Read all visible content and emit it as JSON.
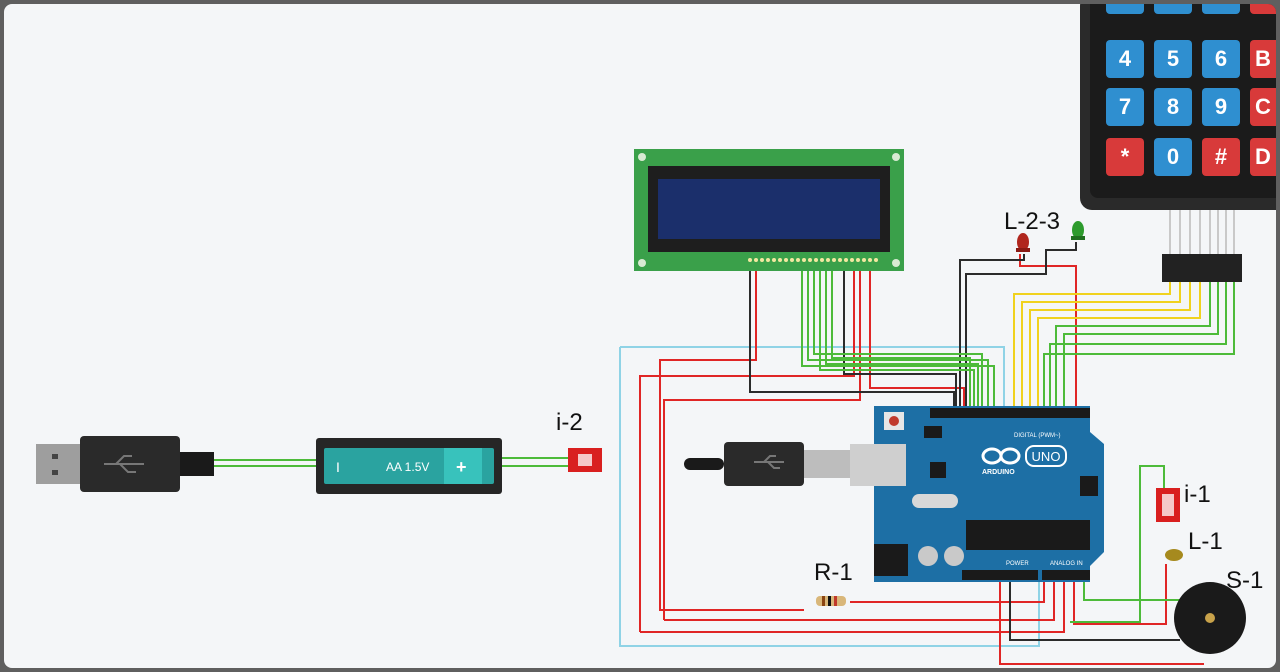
{
  "labels": {
    "led_group": "L-2-3",
    "switch_top": "i-1",
    "led_single": "L-1",
    "resistor": "R-1",
    "buzzer": "S-1",
    "switch_left": "i-2"
  },
  "battery": {
    "label": "AA 1.5V",
    "minus": "I",
    "plus": "+"
  },
  "arduino": {
    "brand": "ARDUINO",
    "model": "UNO",
    "digital_label": "DIGITAL (PWM~)",
    "power_label": "POWER",
    "analog_label": "ANALOG IN"
  },
  "keypad": {
    "rows": [
      [
        "4",
        "5",
        "6",
        "B"
      ],
      [
        "7",
        "8",
        "9",
        "C"
      ],
      [
        "*",
        "0",
        "#",
        "D"
      ]
    ]
  },
  "colors": {
    "wire_red": "#e02626",
    "wire_black": "#2b2b2b",
    "wire_green": "#4dbb3a",
    "wire_yellow": "#f0d21e",
    "wire_cyan": "#8fd3e6",
    "board_blue": "#1d6fa5",
    "lcd_green": "#3aa04a",
    "keypad_blue": "#2f8fd0",
    "keypad_red": "#d83a3a"
  }
}
